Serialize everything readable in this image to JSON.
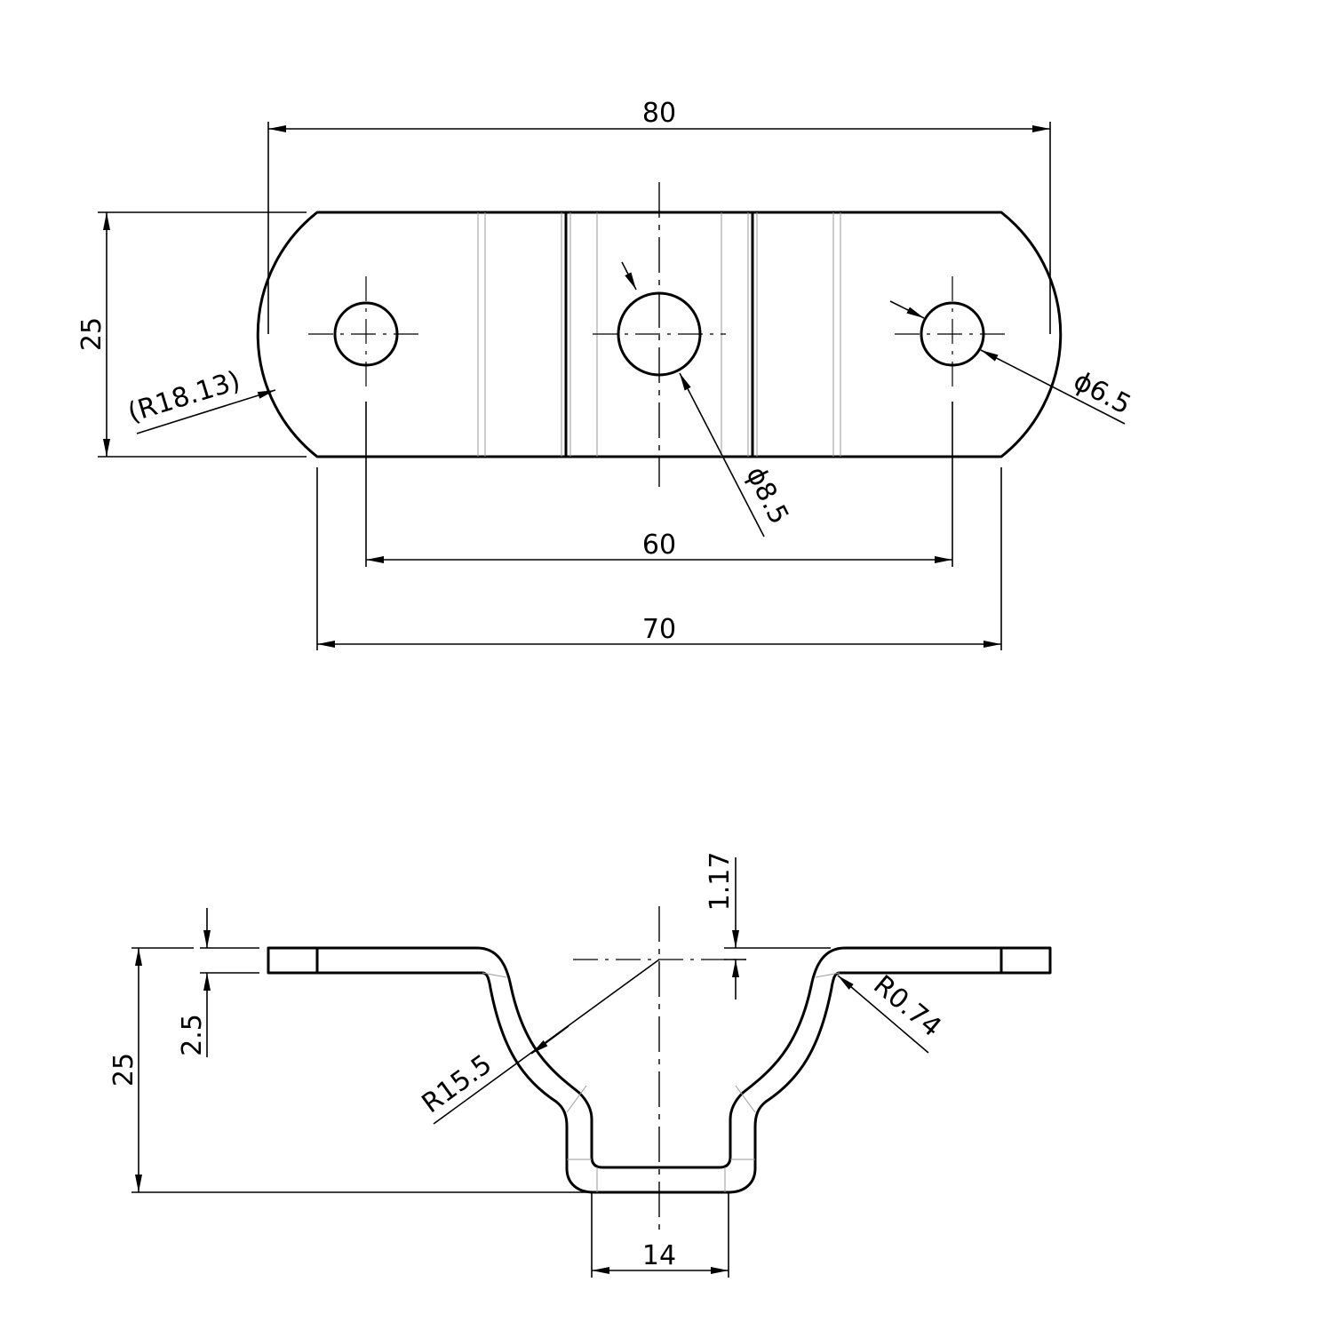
{
  "top_view": {
    "dims": {
      "overall_width": "80",
      "height": "25",
      "end_radius": "(R18.13)",
      "center_hole": "ϕ8.5",
      "side_hole": "ϕ6.5",
      "hole_spacing": "60",
      "flat_length": "70"
    }
  },
  "side_view": {
    "dims": {
      "offset": "1.17",
      "thickness": "2.5",
      "height": "25",
      "bend_radius": "R15.5",
      "inner_radius": "R0.74",
      "bottom_width": "14"
    }
  }
}
